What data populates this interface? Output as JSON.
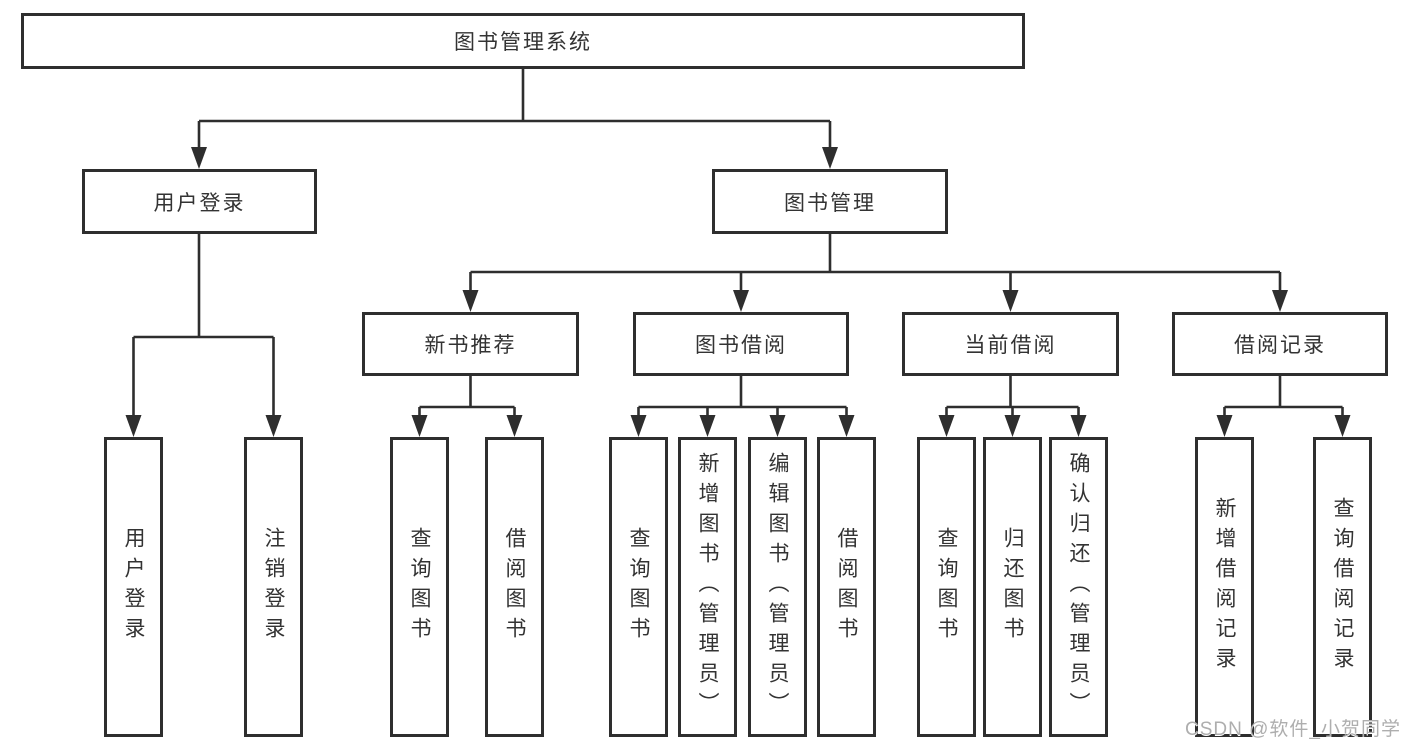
{
  "diagram_title": "图书管理系统",
  "colors": {
    "line": "#2e2e2e",
    "box_border": "#2e2e2e",
    "text": "#333333",
    "background": "#ffffff",
    "watermark": "#aeaeae"
  },
  "watermark": {
    "text": "CSDN @软件_小贺同学"
  },
  "tree": {
    "label": "图书管理系统",
    "children": [
      {
        "label": "用户登录",
        "children": [
          {
            "label": "用户登录"
          },
          {
            "label": "注销登录"
          }
        ]
      },
      {
        "label": "图书管理",
        "children": [
          {
            "label": "新书推荐",
            "children": [
              {
                "label": "查询图书"
              },
              {
                "label": "借阅图书"
              }
            ]
          },
          {
            "label": "图书借阅",
            "children": [
              {
                "label": "查询图书"
              },
              {
                "label": "新增图书（管理员）"
              },
              {
                "label": "编辑图书（管理员）"
              },
              {
                "label": "借阅图书"
              }
            ]
          },
          {
            "label": "当前借阅",
            "children": [
              {
                "label": "查询图书"
              },
              {
                "label": "归还图书"
              },
              {
                "label": "确认归还（管理员）"
              }
            ]
          },
          {
            "label": "借阅记录",
            "children": [
              {
                "label": "新增借阅记录"
              },
              {
                "label": "查询借阅记录"
              }
            ]
          }
        ]
      }
    ]
  }
}
